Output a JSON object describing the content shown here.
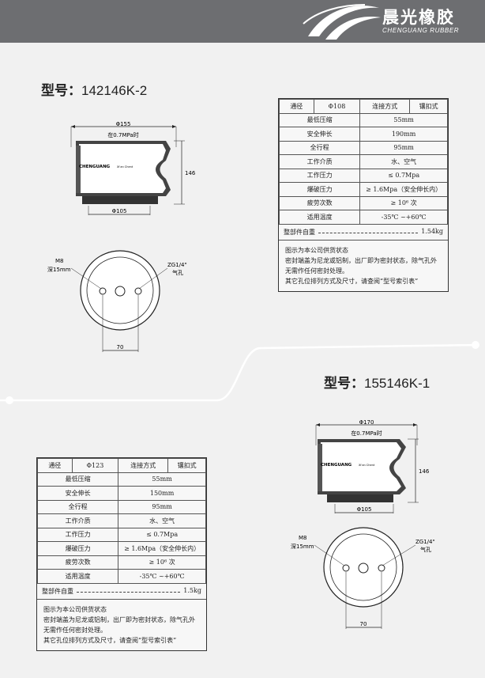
{
  "header": {
    "brand_cn": "晨光橡胶",
    "brand_en": "CHENGUANG RUBBER"
  },
  "products": [
    {
      "model_label": "型号：",
      "model": "142146K-2",
      "dims": {
        "outer": "Φ155",
        "pressure_note": "在0.7MPa时",
        "height": "146",
        "bottom": "Φ105",
        "hole_label": "M8",
        "hole_depth": "深15mm",
        "air": "ZG1/4\"",
        "air_note": "气孔",
        "spacing": "70",
        "brand_tag": "CHENGUANG",
        "brand_tag2": "Xi'an Chent"
      },
      "spec": {
        "head": [
          "通径",
          "Φ108",
          "连接方式",
          "镶扣式"
        ],
        "rows": [
          [
            "最低压缩",
            "55mm"
          ],
          [
            "安全伸长",
            "190mm"
          ],
          [
            "全行程",
            "95mm"
          ],
          [
            "工作介质",
            "水、空气"
          ],
          [
            "工作压力",
            "≤ 0.7Mpa"
          ],
          [
            "爆破压力",
            "≥ 1.6Mpa（安全伸长内）"
          ],
          [
            "疲劳次数",
            "≥ 10⁶ 次"
          ],
          [
            "适用温度",
            "-35℃ ~+60℃"
          ]
        ],
        "weight_label": "整部件自重",
        "weight": "1.54kg",
        "notes": [
          "图示为本公司供货状态",
          "密封端盖为尼龙或铝制，出厂即为密封状态，除气孔外无需作任何密封处理。",
          "其它孔位排列方式及尺寸，请查阅“型号索引表”"
        ]
      }
    },
    {
      "model_label": "型号：",
      "model": "155146K-1",
      "dims": {
        "outer": "Φ170",
        "pressure_note": "在0.7MPa时",
        "height": "146",
        "bottom": "Φ105",
        "hole_label": "M8",
        "hole_depth": "深15mm",
        "air": "ZG1/4\"",
        "air_note": "气孔",
        "spacing": "70",
        "brand_tag": "CHENGUANG",
        "brand_tag2": "Xi'an Chent"
      },
      "spec": {
        "head": [
          "通径",
          "Φ123",
          "连接方式",
          "镶扣式"
        ],
        "rows": [
          [
            "最低压缩",
            "55mm"
          ],
          [
            "安全伸长",
            "150mm"
          ],
          [
            "全行程",
            "95mm"
          ],
          [
            "工作介质",
            "水、空气"
          ],
          [
            "工作压力",
            "≤ 0.7Mpa"
          ],
          [
            "爆破压力",
            "≥ 1.6Mpa（安全伸长内）"
          ],
          [
            "疲劳次数",
            "≥ 10⁶ 次"
          ],
          [
            "适用温度",
            "-35℃ ~+60℃"
          ]
        ],
        "weight_label": "整部件自重",
        "weight": "1.5kg",
        "notes": [
          "图示为本公司供货状态",
          "密封端盖为尼龙或铝制，出厂即为密封状态，除气孔外无需作任何密封处理。",
          "其它孔位排列方式及尺寸，请查阅“型号索引表”"
        ]
      }
    }
  ]
}
